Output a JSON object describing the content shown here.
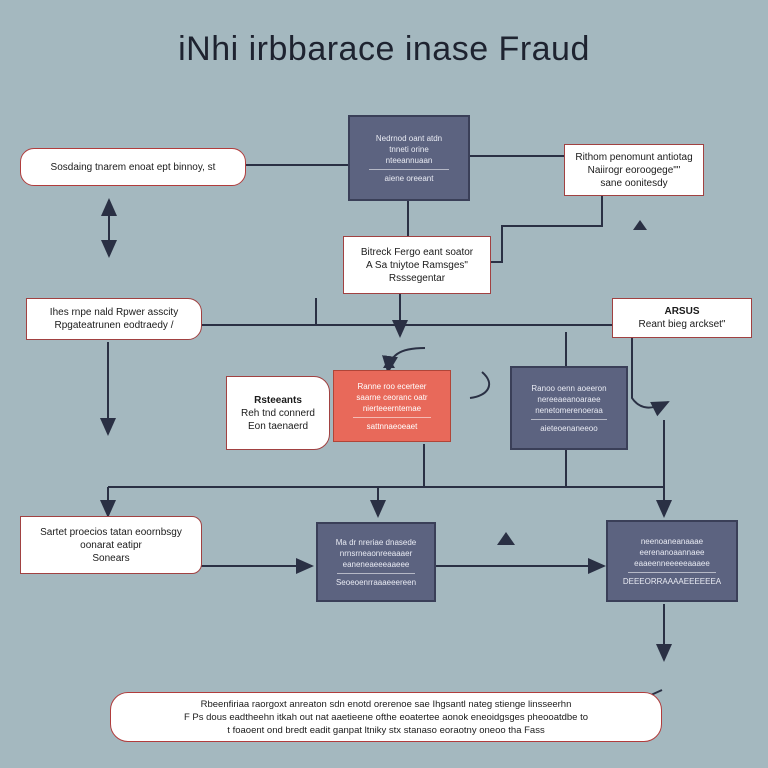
{
  "title": "iNhi irbbarace inase Fraud",
  "nodes": {
    "pill_top_left": [
      "Sosdaing tnarem enoat ept binnoy,  st"
    ],
    "dark_top": [
      "Nedrnod oant atdn",
      "tnneti orine",
      "nteeannuaan",
      "aiene oreeant"
    ],
    "card_top_right": [
      "Rithom penomunt antiotag",
      "Naiirogr eoroogege\"\"",
      "sane oonitesdy"
    ],
    "card_center": [
      "Bitreck Fergo eant soator",
      "A Sa tniytoe Ramsges\"",
      "Rsssegentar"
    ],
    "card_mid_left": [
      "Ihes rnpe nald Rpwer asscity",
      "Rpgateatrunen eodtraedy /"
    ],
    "card_mid_right": [
      "ARSUS",
      "Reant bieg arckset\""
    ],
    "card_small_left": [
      "Rsteeants",
      "Reh tnd connerd",
      "Eon taenaerd"
    ],
    "red_center": [
      "Ranne roo ecerteer",
      "saarne ceoranc oatr",
      "nierteeerntemae",
      "sattnnaeoeaet"
    ],
    "dark_right": [
      "Ranoo oenn aoeeron",
      "nereeaeanoaraee",
      "nenetomerenoeraa",
      "aieteoenaneeoo"
    ],
    "card_lower_left": [
      "Sartet proecios tatan eoornbsgy",
      "oonarat eatipr",
      "Sonears"
    ],
    "dark_lower_center": [
      "Ma dr nreriae dnasede",
      "nrnsrneaonreeaaaer",
      "eaneneaeeeaaeee",
      "Seoeoenrraaaeeereen"
    ],
    "dark_lower_right": [
      "neenoaneanaaae",
      "eerenanoaannaee",
      "eaaeenneeeeeaaaee",
      "DEEEORRAAAAEEEEEEA"
    ],
    "note_bottom": [
      "Rbeenfiriaa raorgoxt anreaton sdn enotd orerenoe sae Ihgsantl nateg stienge linsseerhn",
      "F Ps dous eadtheehn itkah out nat aaetieene ofthe eoatertee aonok eneoidgsges pheooatdbe  to",
      "t foaoent ond bredt eadit ganpat ltniky stx stanaso eoraotny oneoo tha Fass"
    ]
  }
}
